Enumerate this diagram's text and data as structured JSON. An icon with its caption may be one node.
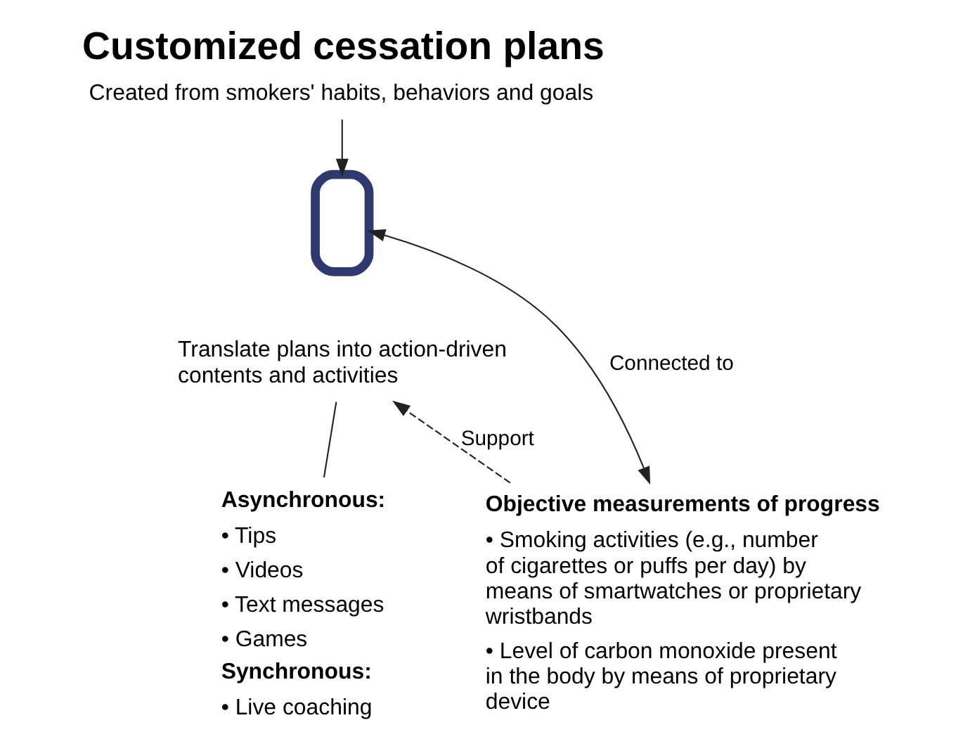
{
  "diagram": {
    "nodes": [
      {
        "text": [
          "Customized cessation plans",
          "Created from smokers' habits, behaviors and goals"
        ]
      },
      {
        "text": [],
        "shape": "box"
      },
      {
        "text": [
          "Translate plans into action-driven contents and activities"
        ]
      },
      {
        "text": [
          "Asynchronous:",
          "• Tips",
          "• Videos",
          "• Text messages",
          "• Games",
          "Synchronous:",
          "• Live coaching"
        ]
      },
      {
        "text": [
          "Objective measurements of progress",
          "• Smoking activities (e.g., number of cigarettes or puffs per day) by means of smartwatches or proprietary wristbands",
          "• Level of carbon monoxide present in the body by means of proprietary device"
        ]
      }
    ],
    "edges": [
      {
        "from": 0,
        "to": 1,
        "arrow": "to"
      },
      {
        "from": 4,
        "to": 1,
        "arrow": "both",
        "label": "Connected to"
      },
      {
        "from": 4,
        "to": 2,
        "arrow": "to",
        "label": "Support",
        "style": "dashed"
      },
      {
        "from": 2,
        "to": 3,
        "arrow": "none"
      }
    ]
  }
}
